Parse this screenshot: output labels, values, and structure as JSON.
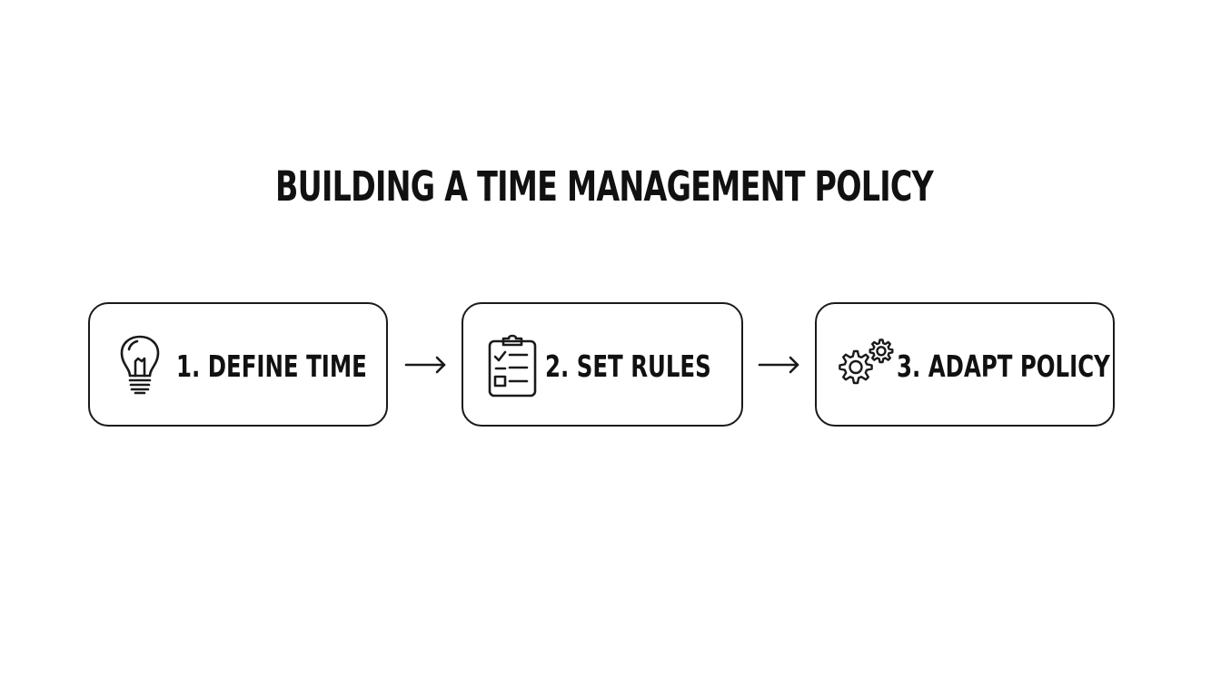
{
  "title": "BUILDING A TIME MANAGEMENT POLICY",
  "steps": [
    {
      "label": "1. DEFINE TIME",
      "icon": "lightbulb-icon"
    },
    {
      "label": "2. SET RULES",
      "icon": "clipboard-checklist-icon"
    },
    {
      "label": "3. ADAPT POLICY",
      "icon": "gears-icon"
    }
  ],
  "connector_icon": "arrow-right-icon",
  "colors": {
    "background": "#ffffff",
    "stroke": "#1a1a1a",
    "text": "#111111"
  }
}
